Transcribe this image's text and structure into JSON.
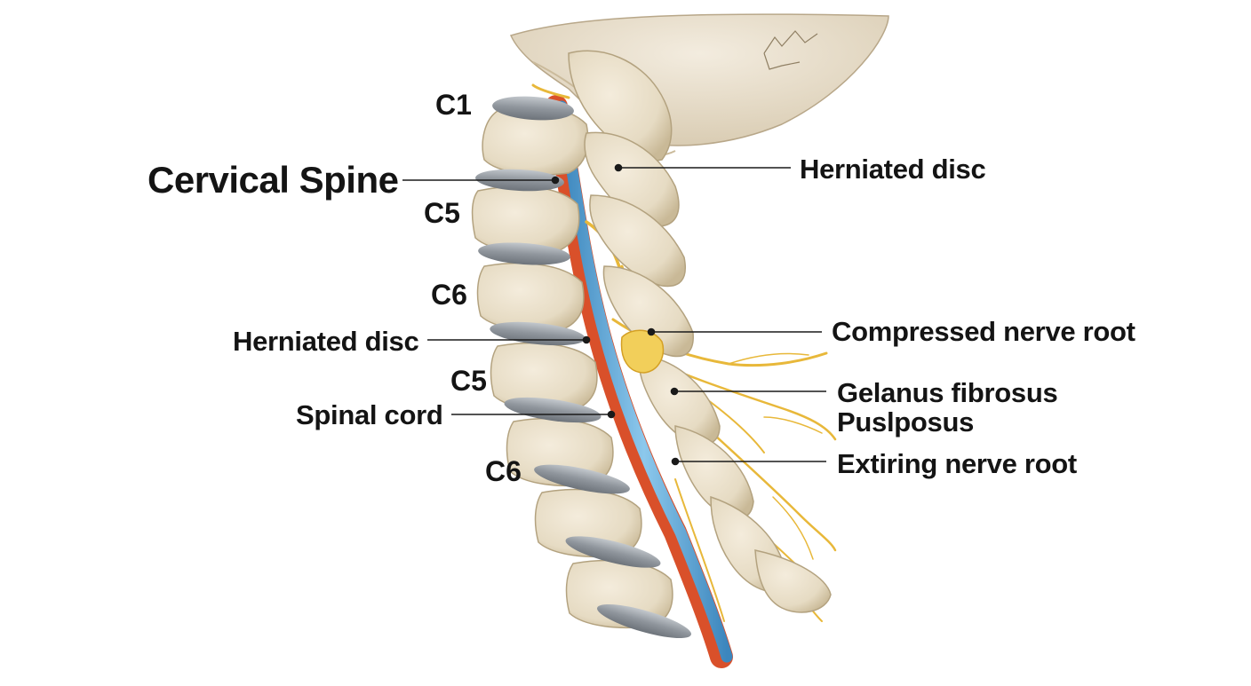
{
  "title": "Cervical Spine",
  "levels": {
    "c1": "C1",
    "c5_upper": "C5",
    "c6_upper": "C6",
    "c5_lower": "C5",
    "c6_lower": "C6"
  },
  "labels": {
    "herniated_disc_right": "Herniated disc",
    "herniated_disc_left": "Herniated disc",
    "spinal_cord": "Spinal cord",
    "compressed_nerve_root": "Compressed nerve root",
    "gelanus_fibrosus": "Gelanus fibrosus",
    "puslposus": "Puslposus",
    "extiring_nerve_root": "Extiring nerve root"
  },
  "colors": {
    "bone": "#e9dfca",
    "bone_shadow": "#c9b997",
    "disc": "#8e949b",
    "disc_highlight": "#b9bec3",
    "cord": "#5aa6d6",
    "dura": "#d9502a",
    "nerve": "#e8b83a",
    "ganglion": "#f2cf5a"
  }
}
